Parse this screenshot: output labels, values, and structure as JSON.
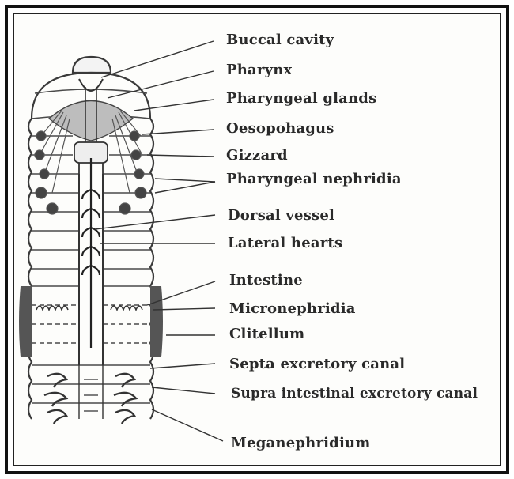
{
  "labels": {
    "buccal_cavity": "Buccal cavity",
    "pharynx": "Pharynx",
    "pharyngeal_glands": "Pharyngeal glands",
    "oesophagus": "Oesopohagus",
    "gizzard": "Gizzard",
    "pharyngeal_nephridia": "Pharyngeal nephridia",
    "dorsal_vessel": "Dorsal vessel",
    "lateral_hearts": "Lateral hearts",
    "intestine": "Intestine",
    "micronephridia": "Micronephridia",
    "clitellum": "Clitellum",
    "septa_excretory_canal": "Septa excretory canal",
    "supra_intestinal_excretory_canal": "Supra intestinal excretory canal",
    "meganephridium": "Meganephridium"
  }
}
